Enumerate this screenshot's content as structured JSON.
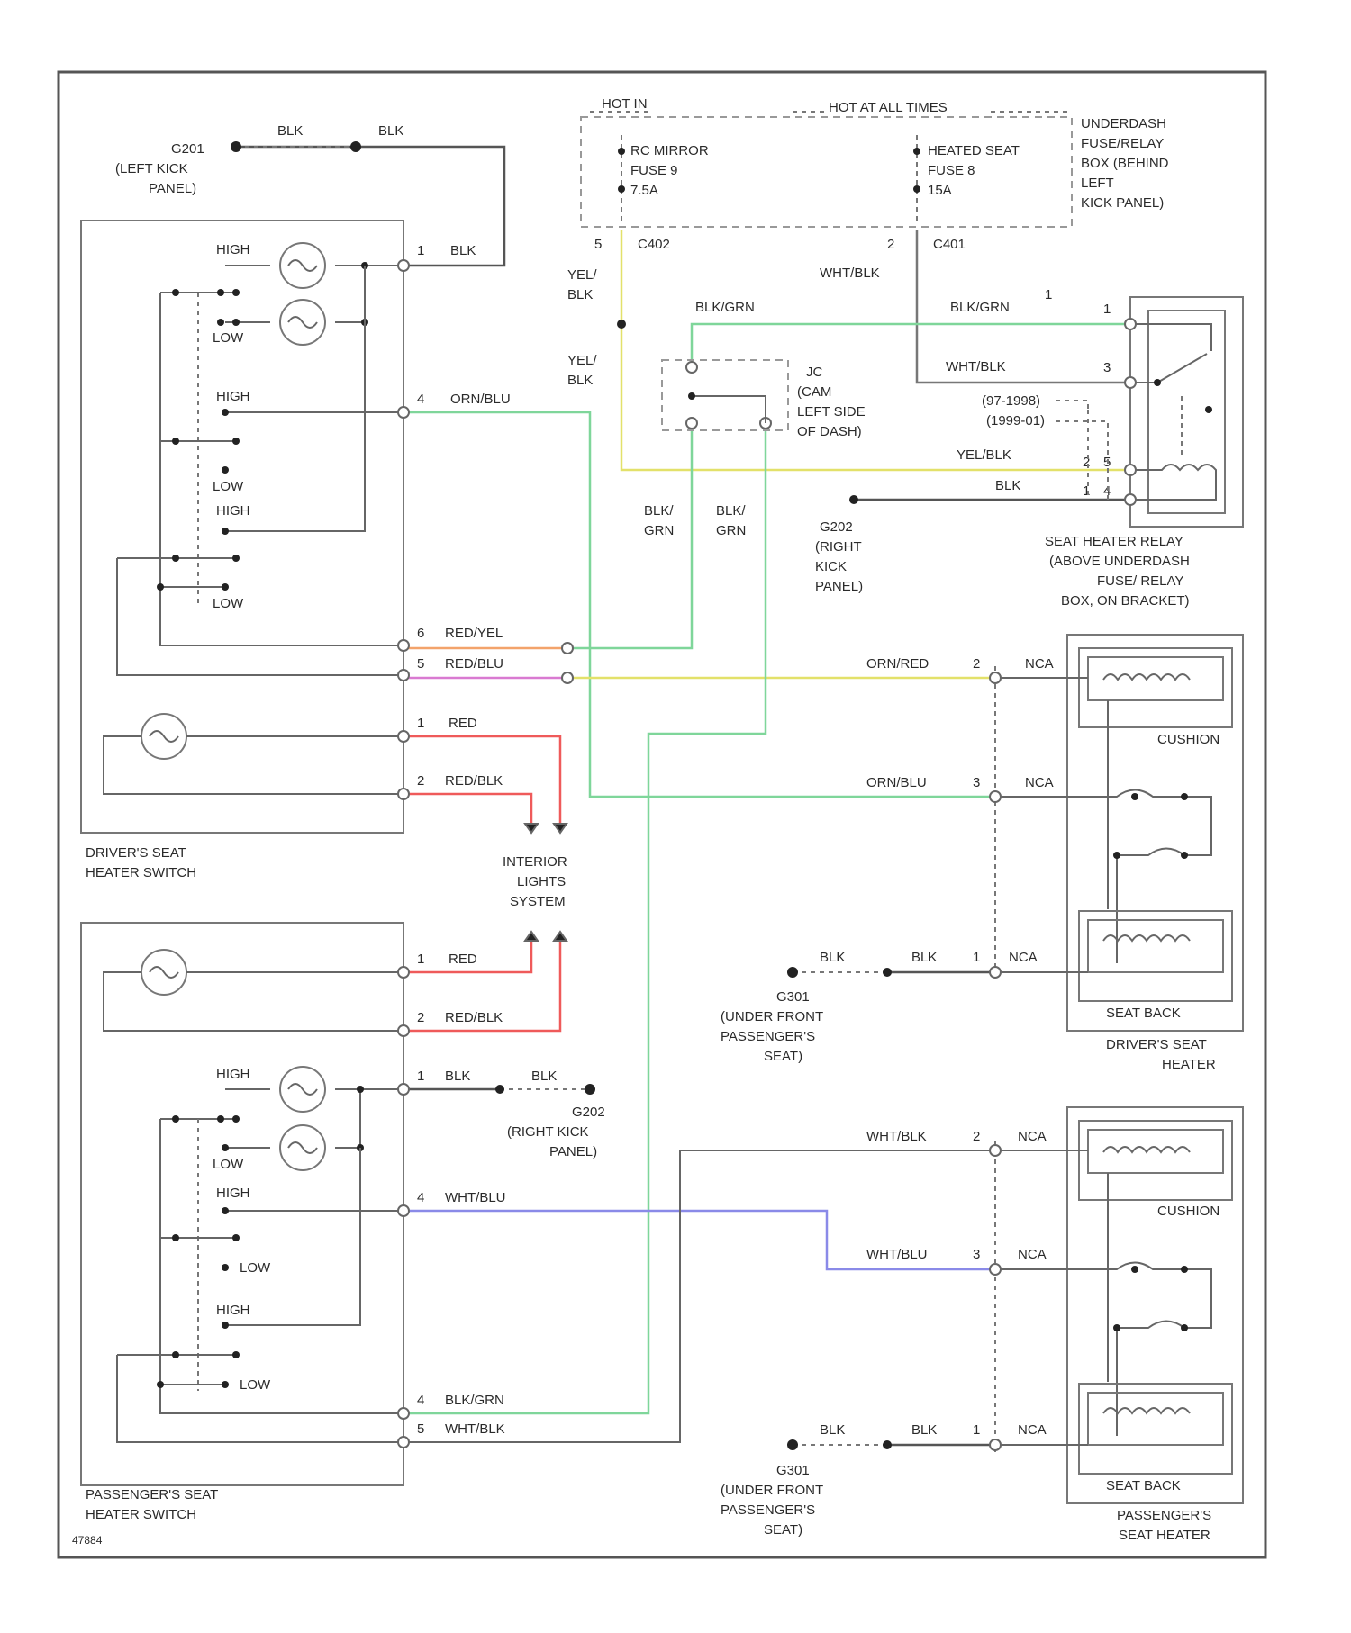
{
  "hot_in": "HOT IN",
  "hot_at_all_times": "HOT AT ALL TIMES",
  "fuse_box": [
    "UNDERDASH",
    "FUSE/RELAY",
    "BOX (BEHIND",
    "LEFT",
    "KICK PANEL)"
  ],
  "fuse_a": [
    "RC MIRROR",
    "FUSE 9",
    "7.5A"
  ],
  "fuse_b": [
    "HEATED SEAT",
    "FUSE 8",
    "15A"
  ],
  "fuse_a_pin": "5",
  "fuse_a_conn": "C402",
  "fuse_b_pin": "2",
  "fuse_b_conn": "C401",
  "ground_left": [
    "G201",
    "(LEFT KICK",
    "PANEL)"
  ],
  "ground_right": [
    "G202",
    "(RIGHT",
    "KICK",
    "PANEL)"
  ],
  "ground_right2": [
    "G202",
    "(RIGHT KICK",
    "PANEL)"
  ],
  "ground_seat1": [
    "G301",
    "(UNDER FRONT",
    "PASSENGER'S",
    "SEAT)"
  ],
  "ground_seat2": [
    "G301",
    "(UNDER FRONT",
    "PASSENGER'S",
    "SEAT)"
  ],
  "jc_label": [
    "JC",
    "(CAM",
    "LEFT SIDE",
    "OF DASH)"
  ],
  "relay_note": [
    "(97-1998)",
    "(1999-01)"
  ],
  "relay_label": [
    "SEAT HEATER RELAY",
    "(ABOVE UNDERDASH",
    "FUSE/ RELAY",
    "BOX, ON BRACKET)"
  ],
  "driver_switch": [
    "DRIVER'S SEAT",
    "HEATER SWITCH"
  ],
  "passenger_switch": [
    "PASSENGER'S SEAT",
    "HEATER SWITCH"
  ],
  "interior_lights": [
    "INTERIOR",
    "LIGHTS",
    "SYSTEM"
  ],
  "driver_heater": [
    "DRIVER'S SEAT",
    "HEATER"
  ],
  "passenger_heater": [
    "PASSENGER'S",
    "SEAT HEATER"
  ],
  "cushion": "CUSHION",
  "seat_back": "SEAT BACK",
  "high": "HIGH",
  "low": "LOW",
  "blk": "BLK",
  "nca": "NCA",
  "yel_blk": "YEL/BLK",
  "yel_blk_stack": [
    "YEL/",
    "BLK"
  ],
  "blk_grn": "BLK/GRN",
  "blk_grn_stack": [
    "BLK/",
    "GRN"
  ],
  "wht_blk": "WHT/BLK",
  "wht_blu": "WHT/BLU",
  "orn_blu": "ORN/BLU",
  "orn_red": "ORN/RED",
  "red_yel": "RED/YEL",
  "red_blu": "RED/BLU",
  "red": "RED",
  "red_blk": "RED/BLK",
  "figure_code": "47884",
  "pins": {
    "p1": "1",
    "p2": "2",
    "p3": "3",
    "p4": "4",
    "p5": "5",
    "p6": "6"
  },
  "wire_colors": {
    "green": "#7fd69a",
    "yellow": "#e3e16a",
    "orange": "#f3a36b",
    "magenta": "#d97ad1",
    "red": "#ef5a5a",
    "blue": "#8a8ae8",
    "gray": "#555555"
  }
}
